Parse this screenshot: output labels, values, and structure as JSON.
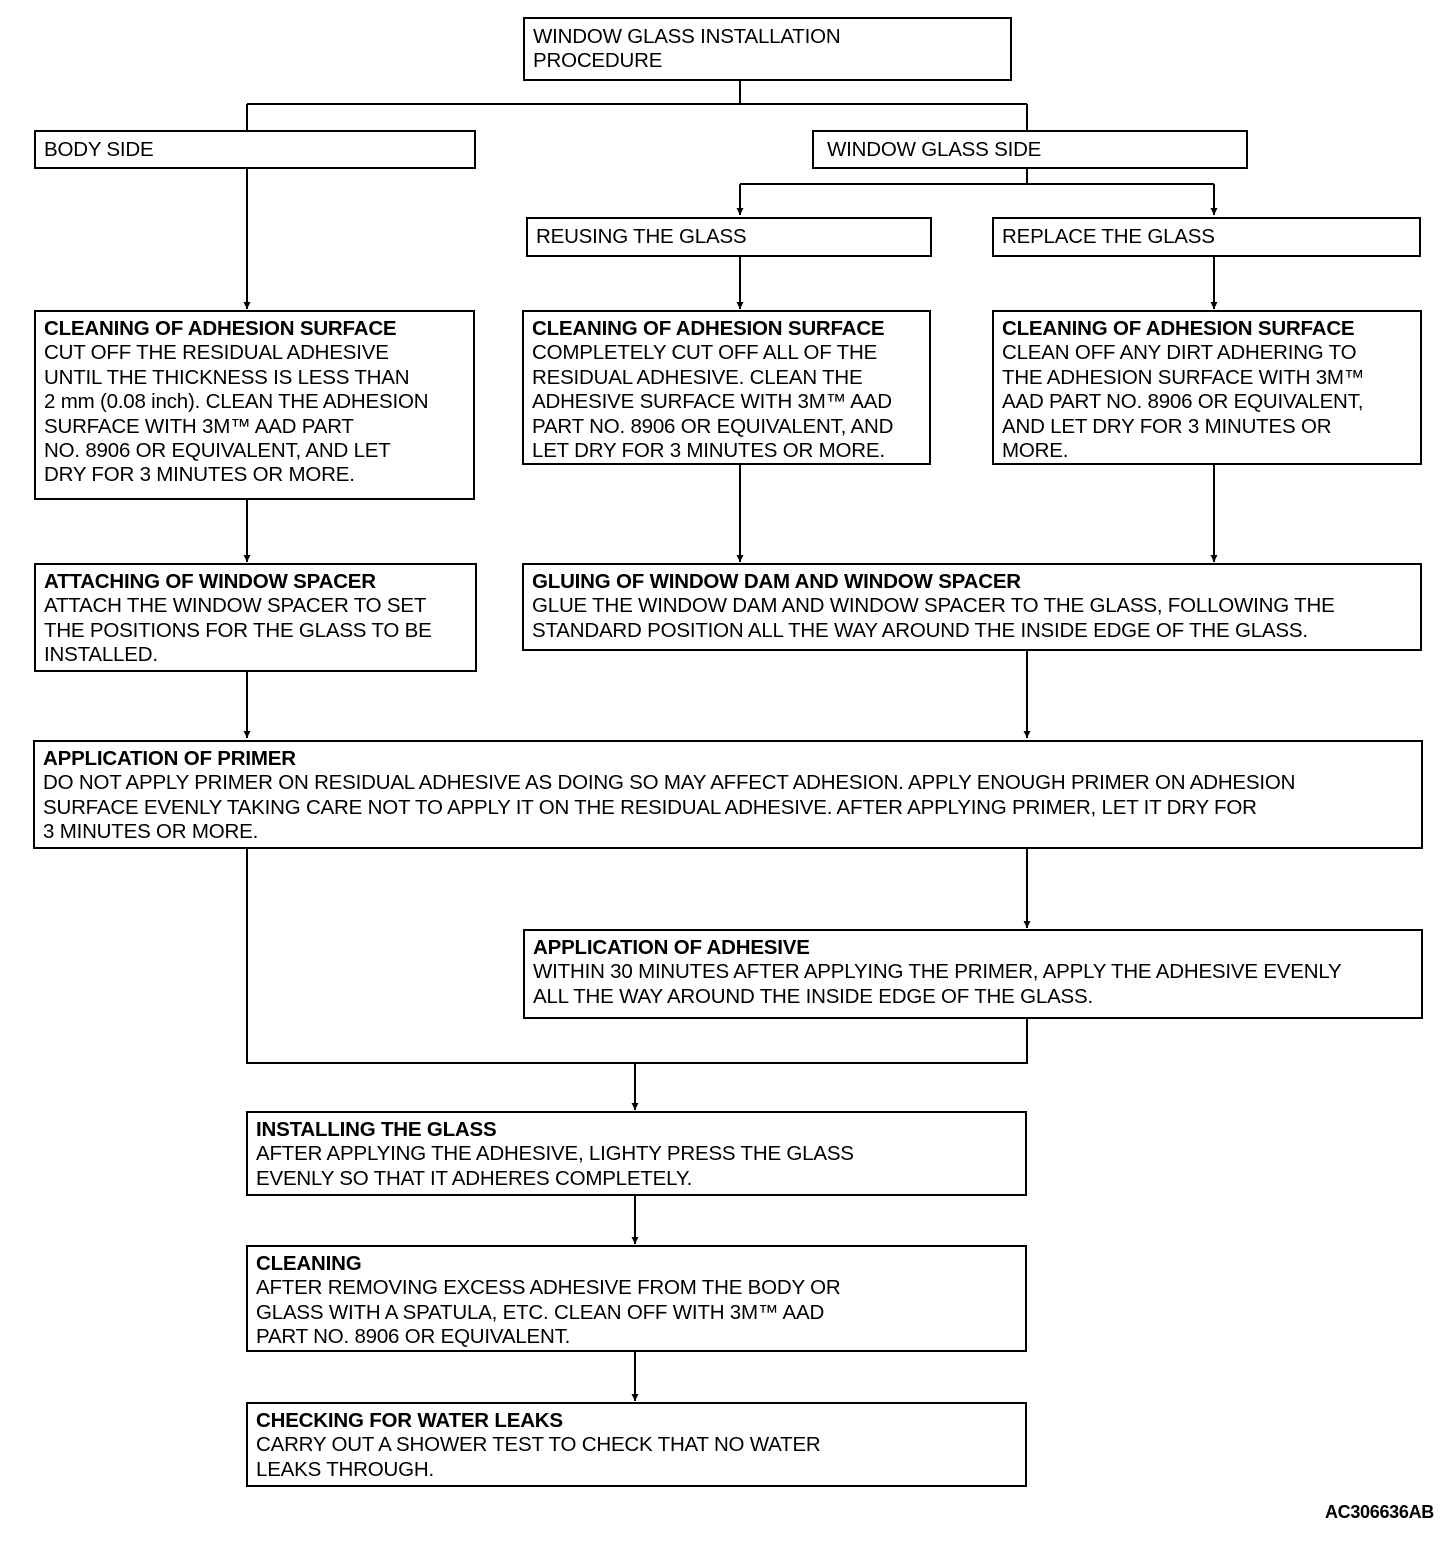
{
  "diagram": {
    "root": {
      "text": "WINDOW GLASS INSTALLATION\nPROCEDURE"
    },
    "body_side": {
      "text": "BODY SIDE"
    },
    "glass_side": {
      "text": "WINDOW GLASS SIDE"
    },
    "reusing": {
      "text": "REUSING THE GLASS"
    },
    "replace": {
      "text": "REPLACE  THE GLASS"
    },
    "clean_body": {
      "title": "CLEANING OF ADHESION SURFACE",
      "body": "CUT OFF THE RESIDUAL ADHESIVE\nUNTIL THE THICKNESS IS LESS THAN\n2 mm (0.08 inch). CLEAN THE ADHESION\nSURFACE WITH 3M™ AAD PART\nNO. 8906 OR EQUIVALENT, AND LET\nDRY FOR 3 MINUTES OR MORE."
    },
    "clean_reuse": {
      "title": "CLEANING OF ADHESION SURFACE",
      "body": "COMPLETELY CUT OFF ALL OF THE\nRESIDUAL ADHESIVE. CLEAN THE\nADHESIVE SURFACE WITH 3M™ AAD\nPART NO. 8906 OR EQUIVALENT, AND\nLET DRY FOR 3 MINUTES OR MORE."
    },
    "clean_replace": {
      "title": "CLEANING OF ADHESION SURFACE",
      "body": "CLEAN OFF ANY DIRT ADHERING TO\nTHE ADHESION SURFACE WITH 3M™\nAAD PART NO. 8906 OR EQUIVALENT,\nAND LET DRY FOR 3 MINUTES OR\nMORE."
    },
    "spacer": {
      "title": "ATTACHING OF WINDOW SPACER",
      "body": "ATTACH THE WINDOW SPACER TO SET\nTHE POSITIONS FOR THE GLASS TO BE\nINSTALLED."
    },
    "gluing": {
      "title": "GLUING OF WINDOW DAM AND WINDOW SPACER",
      "body": "GLUE THE WINDOW DAM AND WINDOW SPACER TO THE GLASS, FOLLOWING THE\nSTANDARD POSITION ALL THE WAY AROUND THE INSIDE EDGE OF THE GLASS."
    },
    "primer": {
      "title": "APPLICATION OF PRIMER",
      "body": "DO NOT APPLY PRIMER ON RESIDUAL ADHESIVE AS DOING SO MAY AFFECT ADHESION. APPLY ENOUGH PRIMER ON ADHESION\nSURFACE EVENLY TAKING CARE NOT TO APPLY IT ON THE RESIDUAL ADHESIVE. AFTER APPLYING PRIMER, LET IT DRY FOR\n3 MINUTES OR MORE."
    },
    "adhesive": {
      "title": "APPLICATION OF ADHESIVE",
      "body": "WITHIN 30 MINUTES AFTER APPLYING THE PRIMER, APPLY THE ADHESIVE EVENLY\nALL THE WAY AROUND THE INSIDE EDGE OF THE GLASS."
    },
    "installing": {
      "title": "INSTALLING THE GLASS",
      "body": "AFTER APPLYING THE ADHESIVE, LIGHTY  PRESS THE GLASS\nEVENLY SO THAT IT ADHERES COMPLETELY."
    },
    "cleaning": {
      "title": "CLEANING",
      "body": "AFTER REMOVING EXCESS ADHESIVE FROM THE BODY OR\nGLASS WITH A SPATULA, ETC. CLEAN OFF  WITH 3M™ AAD\nPART NO. 8906 OR EQUIVALENT."
    },
    "leaks": {
      "title": "CHECKING FOR WATER  LEAKS",
      "body": "CARRY OUT A SHOWER TEST TO CHECK THAT NO WATER\nLEAKS THROUGH."
    },
    "reference": "AC306636AB"
  }
}
